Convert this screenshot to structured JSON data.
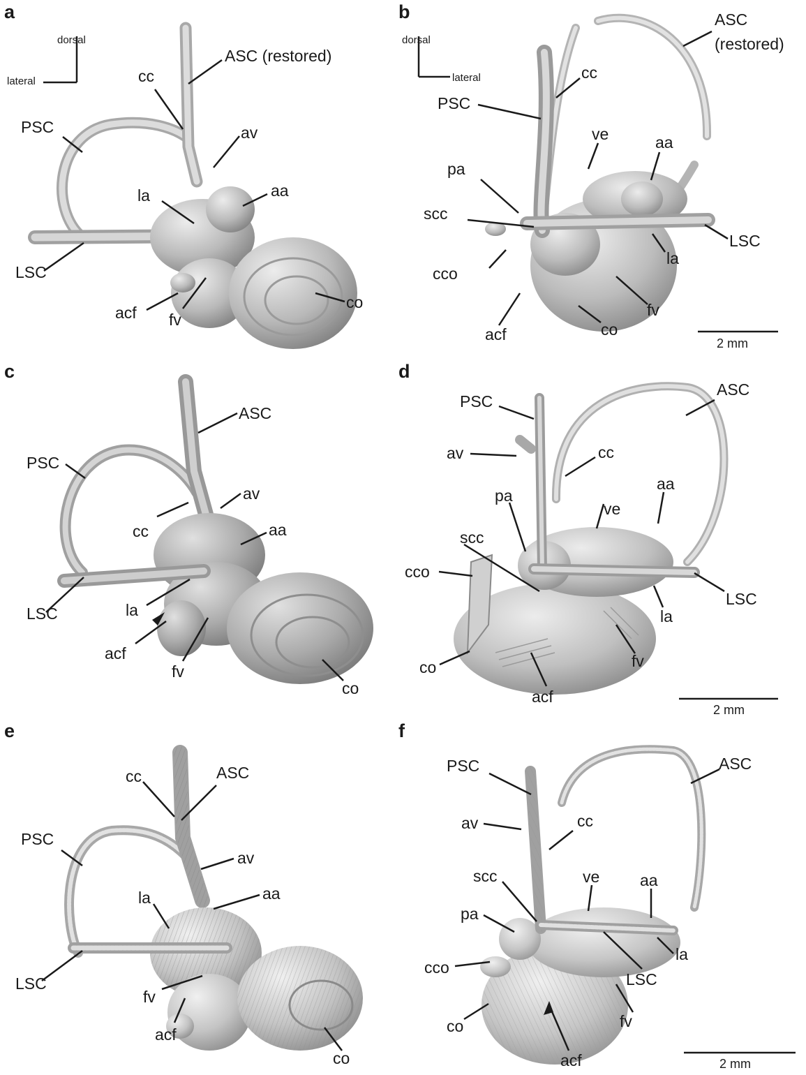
{
  "figure": {
    "panels": [
      {
        "letter": "a",
        "orientation": [
          "dorsal",
          "lateral"
        ],
        "labels": [
          "ASC (restored)",
          "cc",
          "av",
          "PSC",
          "la",
          "aa",
          "LSC",
          "acf",
          "fv",
          "co"
        ]
      },
      {
        "letter": "b",
        "orientation": [
          "dorsal",
          "lateral"
        ],
        "labels": [
          "ASC",
          "(restored)",
          "cc",
          "PSC",
          "ve",
          "aa",
          "pa",
          "scc",
          "LSC",
          "la",
          "cco",
          "fv",
          "acf",
          "co"
        ],
        "scale_bar": "2 mm"
      },
      {
        "letter": "c",
        "labels": [
          "ASC",
          "PSC",
          "cc",
          "av",
          "aa",
          "LSC",
          "la",
          "acf",
          "fv",
          "co"
        ]
      },
      {
        "letter": "d",
        "labels": [
          "PSC",
          "ASC",
          "av",
          "cc",
          "pa",
          "aa",
          "scc",
          "ve",
          "cco",
          "LSC",
          "la",
          "fv",
          "co",
          "acf"
        ],
        "scale_bar": "2 mm"
      },
      {
        "letter": "e",
        "labels": [
          "cc",
          "ASC",
          "PSC",
          "av",
          "la",
          "aa",
          "LSC",
          "fv",
          "acf",
          "co"
        ]
      },
      {
        "letter": "f",
        "labels": [
          "PSC",
          "ASC",
          "av",
          "cc",
          "scc",
          "ve",
          "aa",
          "pa",
          "la",
          "cco",
          "LSC",
          "fv",
          "co",
          "acf"
        ],
        "scale_bar": "2 mm"
      }
    ]
  }
}
